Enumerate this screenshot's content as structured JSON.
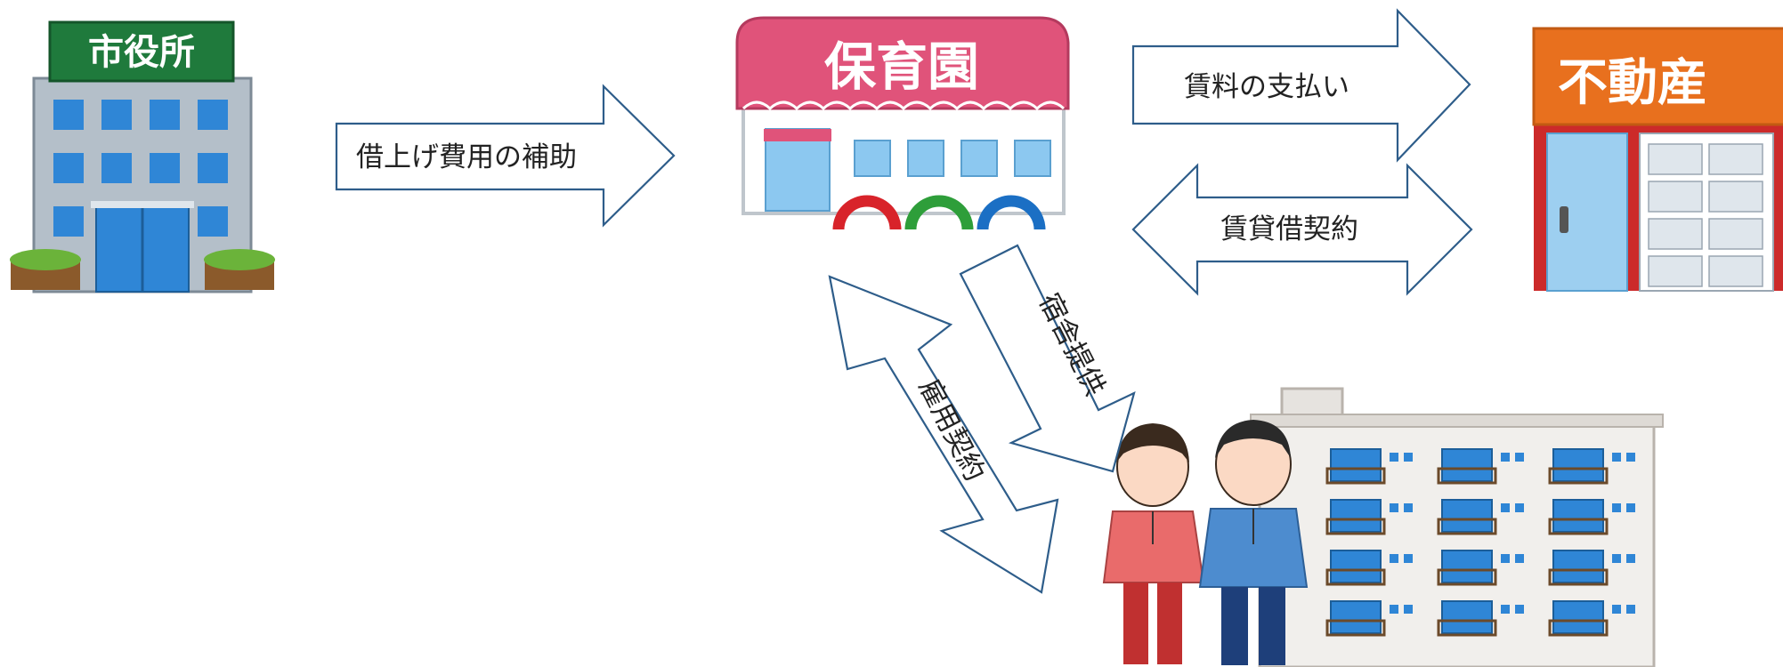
{
  "buildings": {
    "city_hall_sign": "市役所",
    "nursery_sign": "保育園",
    "realestate_sign": "不動産"
  },
  "arrows": {
    "subsidy": "借上げ費用の補助",
    "rent_payment": "賃料の支払い",
    "lease_contract": "賃貸借契約",
    "dorm_provision": "宿舎提供",
    "employment_contract": "雇用契約"
  },
  "colors": {
    "arrow_stroke": "#2e5d8a",
    "city_hall_sign": "#1f7a3c",
    "nursery_roof": "#e0537a",
    "realestate_sign": "#e8701e"
  }
}
